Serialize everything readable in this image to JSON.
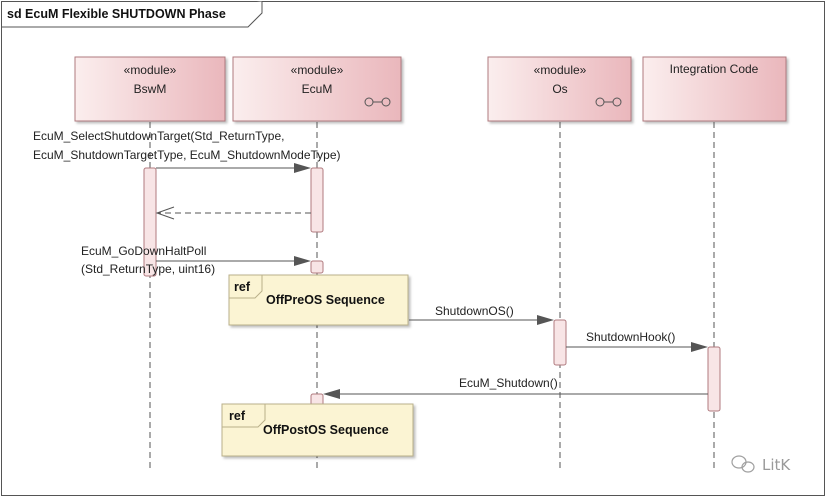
{
  "frame": {
    "title": "sd EcuM Flexible SHUTDOWN Phase"
  },
  "lifelines": [
    {
      "id": "bswm",
      "stereotype": "«module»",
      "name": "BswM",
      "has_component_icon": false
    },
    {
      "id": "ecum",
      "stereotype": "«module»",
      "name": "EcuM",
      "has_component_icon": true
    },
    {
      "id": "os",
      "stereotype": "«module»",
      "name": "Os",
      "has_component_icon": true
    },
    {
      "id": "integ",
      "stereotype": "",
      "name": "Integration Code",
      "has_component_icon": false
    }
  ],
  "messages": [
    {
      "id": "select_target",
      "lines": [
        "EcuM_SelectShutdownTarget(Std_ReturnType,",
        "EcuM_ShutdownTargetType, EcuM_ShutdownModeType)"
      ],
      "from": "bswm",
      "to": "ecum",
      "kind": "sync"
    },
    {
      "id": "select_target_return",
      "lines": [],
      "from": "ecum",
      "to": "bswm",
      "kind": "return"
    },
    {
      "id": "go_down_halt_poll",
      "lines": [
        "EcuM_GoDownHaltPoll",
        "(Std_ReturnType, uint16)"
      ],
      "from": "bswm",
      "to": "ecum",
      "kind": "sync"
    },
    {
      "id": "shutdown_os",
      "lines": [
        "ShutdownOS()"
      ],
      "from": "ecum",
      "to": "os",
      "kind": "sync"
    },
    {
      "id": "shutdown_hook",
      "lines": [
        "ShutdownHook()"
      ],
      "from": "os",
      "to": "integ",
      "kind": "sync"
    },
    {
      "id": "ecum_shutdown",
      "lines": [
        "EcuM_Shutdown()"
      ],
      "from": "integ",
      "to": "ecum",
      "kind": "sync"
    }
  ],
  "fragments": [
    {
      "id": "offpreos",
      "tag": "ref",
      "label": "OffPreOS Sequence"
    },
    {
      "id": "offpostos",
      "tag": "ref",
      "label": "OffPostOS Sequence"
    }
  ],
  "watermark": {
    "text": "LitK"
  },
  "colors": {
    "lifeline_fill_start": "#fbeeee",
    "lifeline_fill_end": "#eab7bc",
    "lifeline_stroke": "#b07a7f",
    "activation_fill": "#f8e5e6",
    "ref_fill": "#fbf4d3",
    "ref_stroke": "#b9b08a",
    "line": "#555555"
  }
}
